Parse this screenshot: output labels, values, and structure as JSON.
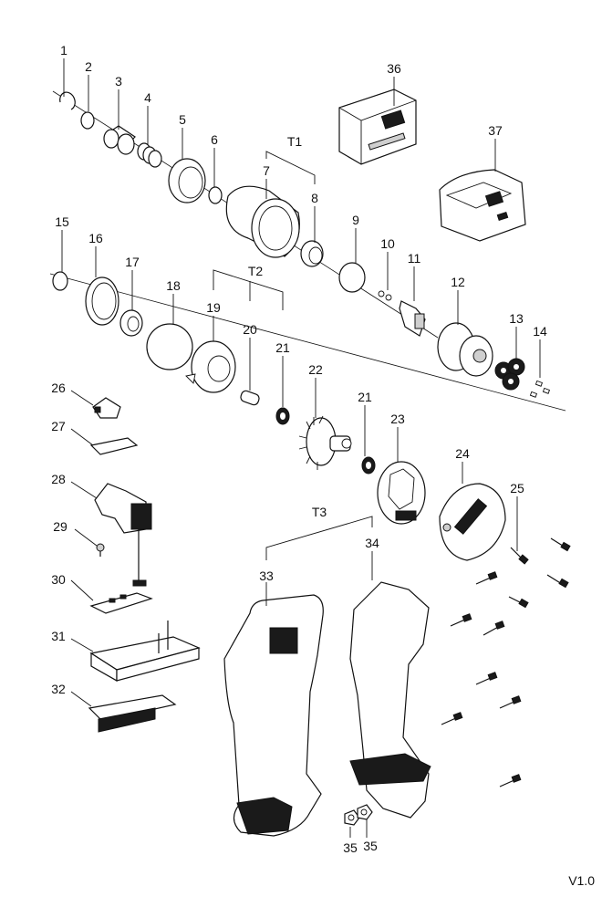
{
  "labels": {
    "p1": "1",
    "p2": "2",
    "p3": "3",
    "p4": "4",
    "p5": "5",
    "p6": "6",
    "p7": "7",
    "p8": "8",
    "p9": "9",
    "p10": "10",
    "p11": "11",
    "p12": "12",
    "p13": "13",
    "p14": "14",
    "p15": "15",
    "p16": "16",
    "p17": "17",
    "p18": "18",
    "p19": "19",
    "p20": "20",
    "p21a": "21",
    "p21b": "21",
    "p22": "22",
    "p23": "23",
    "p24": "24",
    "p25": "25",
    "p26": "26",
    "p27": "27",
    "p28": "28",
    "p29": "29",
    "p30": "30",
    "p31": "31",
    "p32": "32",
    "p33": "33",
    "p34": "34",
    "p35a": "35",
    "p35b": "35",
    "p36": "36",
    "p37": "37",
    "t1": "T1",
    "t2": "T2",
    "t3": "T3"
  },
  "version": "V1.0"
}
